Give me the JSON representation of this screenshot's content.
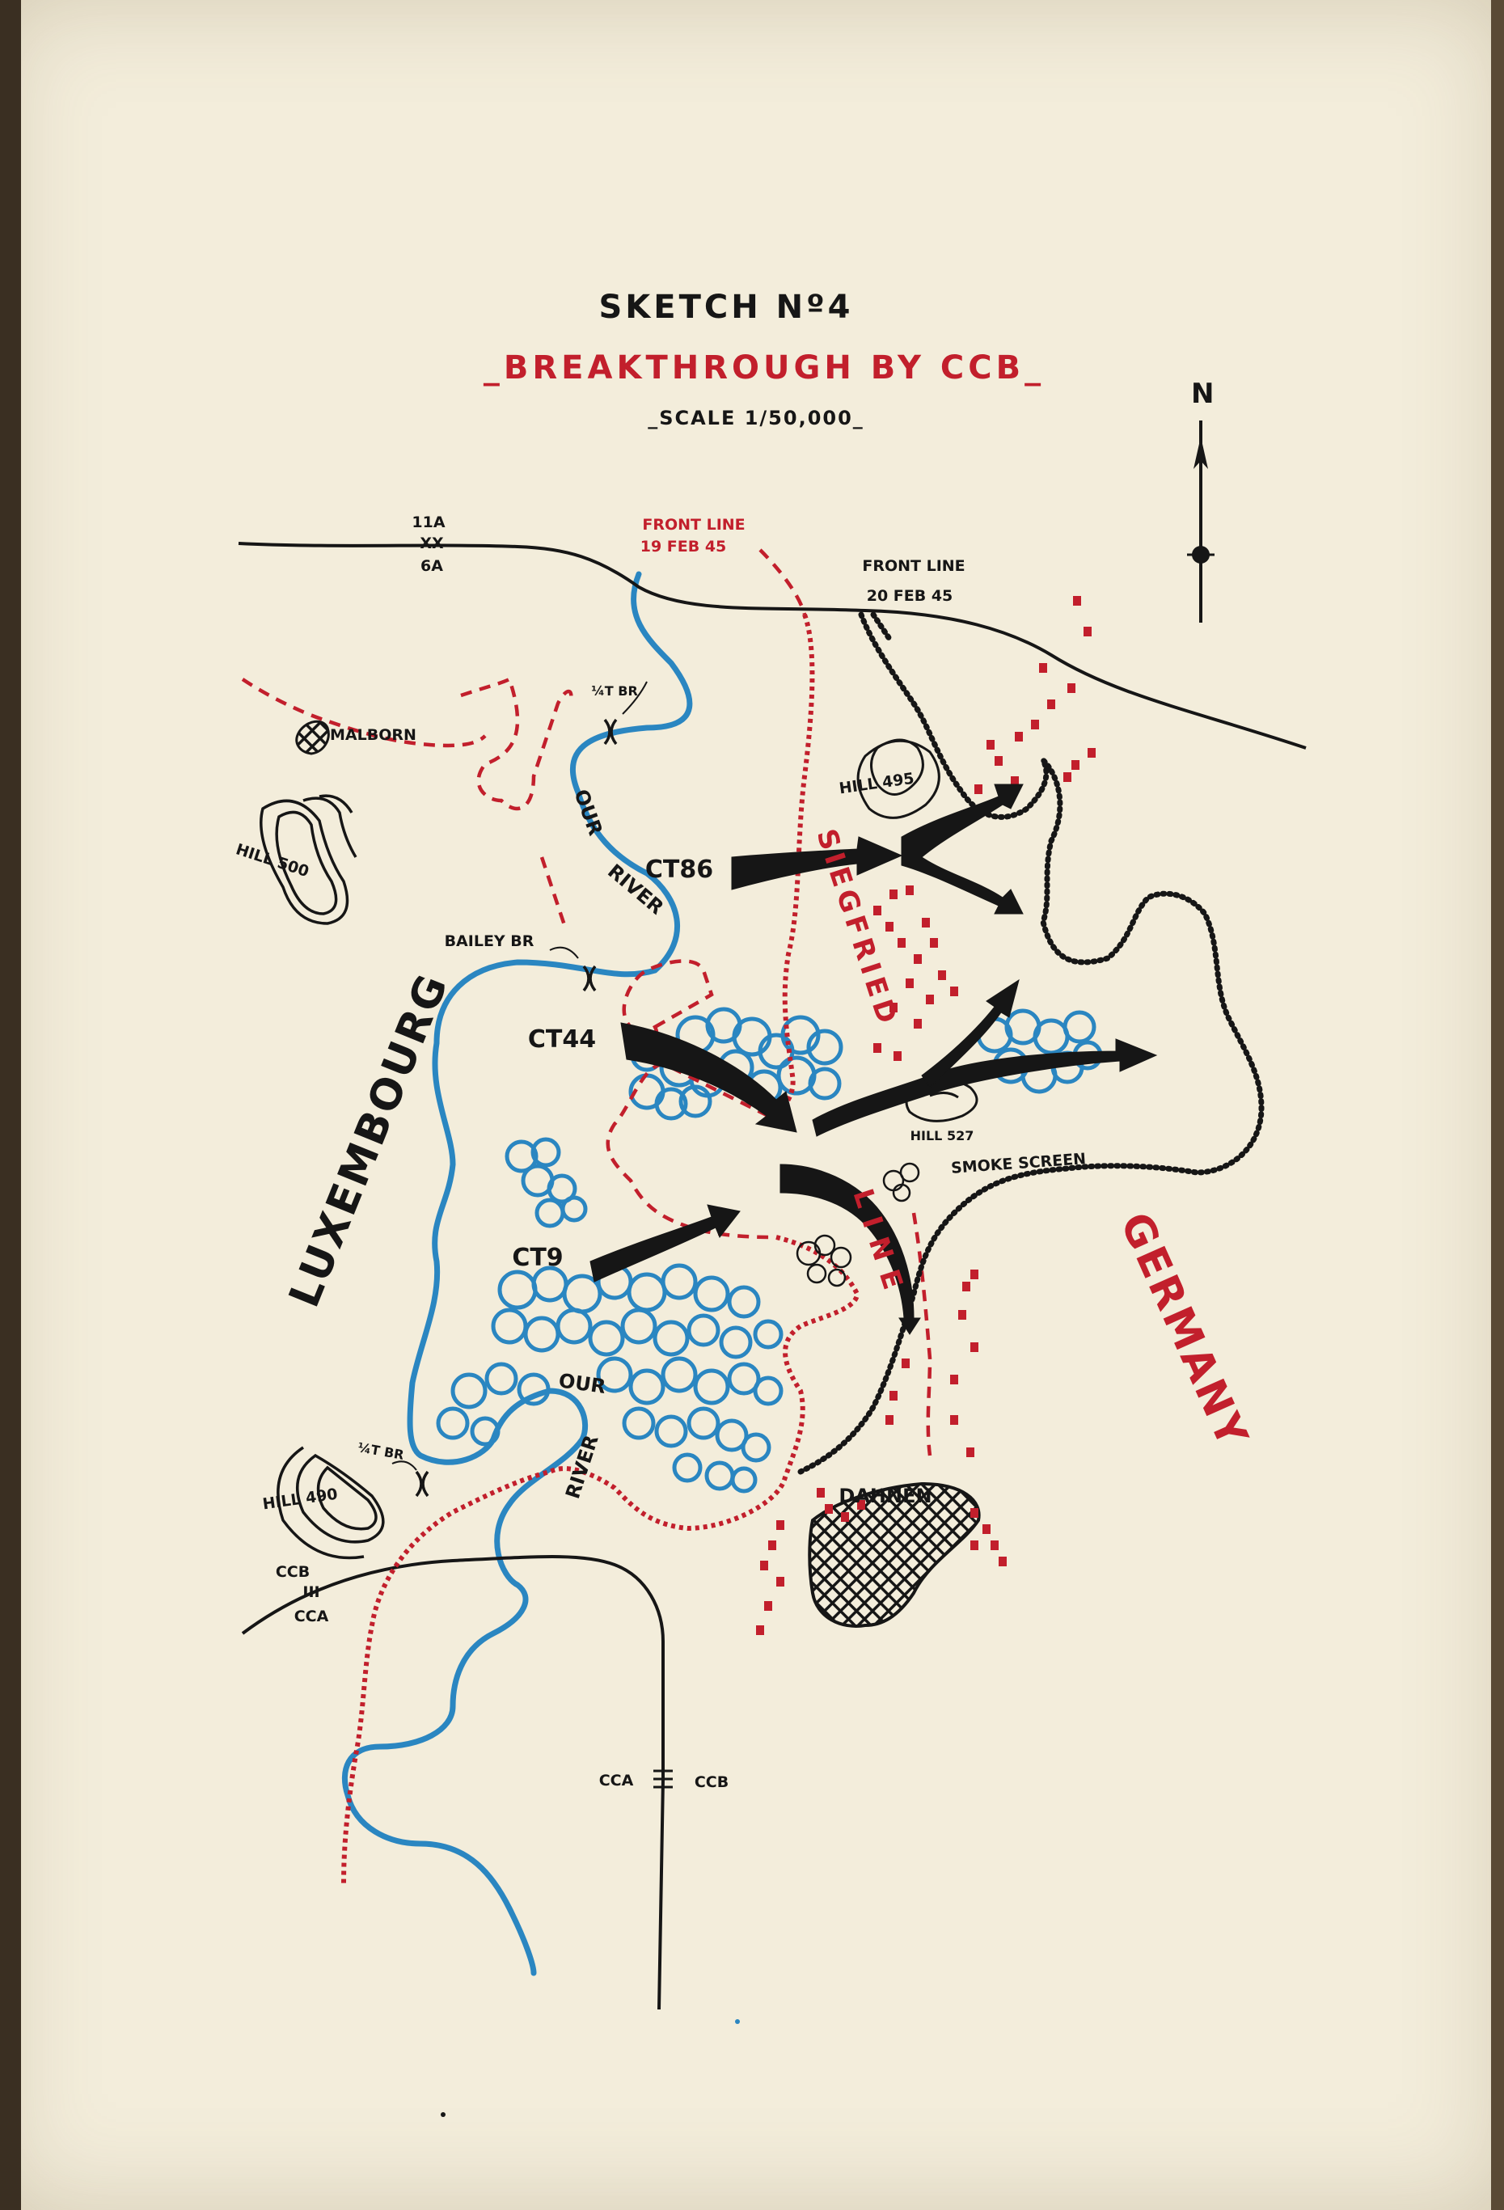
{
  "sketch": {
    "title": "SKETCH Nº4",
    "subtitle": "_BREAKTHROUGH BY CCB_",
    "scale": "_SCALE 1/50,000_"
  },
  "north_arrow": {
    "label": "N"
  },
  "boundaries": {
    "top_upper": "11A",
    "top_middle": "XX",
    "top_lower": "6A",
    "left_upper": "CCB",
    "left_middle": "III",
    "left_lower": "CCA",
    "bottom_left": "CCA",
    "bottom_right": "CCB"
  },
  "front_lines": {
    "feb19": {
      "line1": "FRONT LINE",
      "line2": "19 FEB 45",
      "color": "#c21f2c"
    },
    "feb20": {
      "line1": "FRONT LINE",
      "line2": "20 FEB 45",
      "color": "#161616"
    }
  },
  "places": {
    "malborn": "MALBORN",
    "dahnen": "DAHNEN",
    "luxembourg": "LUXEMBOURG",
    "germany": "GERMANY",
    "siegfried": "SIEGFRIED",
    "line": "LINE"
  },
  "hills": {
    "h495": "HILL 495",
    "h500": "HILL 500",
    "h527": "HILL 527",
    "h490": "HILL 490"
  },
  "bridges": {
    "north": "¼T BR",
    "bailey": "BAILEY BR",
    "south": "¼T BR"
  },
  "rivers": {
    "upper_1": "OUR",
    "upper_2": "RIVER",
    "lower_1": "OUR",
    "lower_2": "RIVER",
    "color": "#2a86c1"
  },
  "combat_teams": {
    "ct86": "CT86",
    "ct44": "CT44",
    "ct9": "CT9"
  },
  "annotations": {
    "smoke": "SMOKE SCREEN"
  },
  "colors": {
    "ink_black": "#161616",
    "ink_red": "#c21f2c",
    "ink_blue": "#2a86c1",
    "paper": "#f3eddb"
  }
}
